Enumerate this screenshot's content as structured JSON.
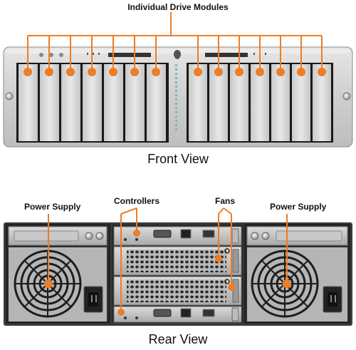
{
  "labels": {
    "header": "Individual Drive Modules",
    "front_view": "Front View",
    "rear_view": "Rear View",
    "power_supply_left": "Power Supply",
    "controllers": "Controllers",
    "fans": "Fans",
    "power_supply_right": "Power Supply"
  },
  "front_panel": {
    "left_drive_count": 7,
    "right_drive_count": 7
  },
  "colors": {
    "accent": "#ee7d24",
    "chassis": "#d4d4d4",
    "rear_chassis": "#3a3a3a",
    "bay": "#1a1a1a"
  }
}
